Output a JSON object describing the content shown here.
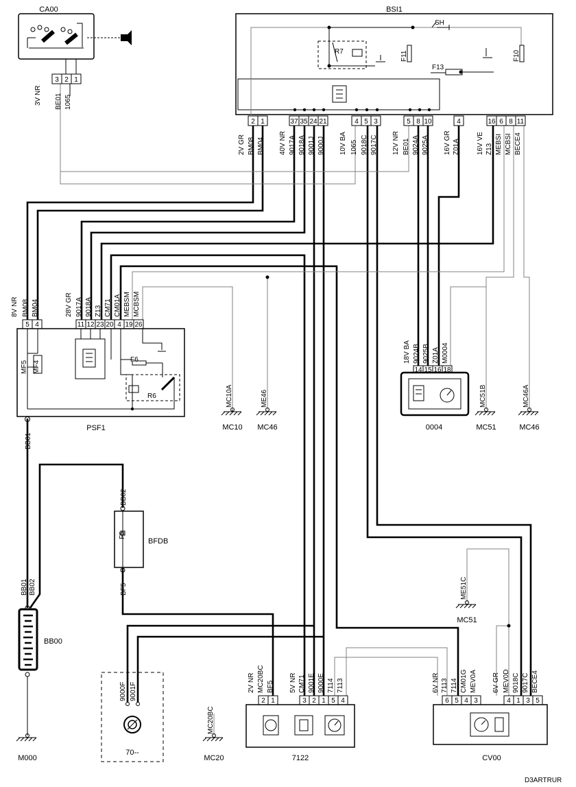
{
  "components": {
    "ca00": "CA00",
    "bsi1": "BSI1",
    "psf1": "PSF1",
    "bfdb": "BFDB",
    "bb00": "BB00",
    "m000": "M000",
    "c70": "70--",
    "c7122": "7122",
    "cv00": "CV00",
    "c0004": "0004",
    "mc10": "MC10",
    "mc46a": "MC46",
    "mc51a": "MC51",
    "mc46b": "MC46",
    "mc51b": "MC51",
    "mc20": "MC20"
  },
  "fuses": {
    "sh": "SH",
    "f11": "F11",
    "f13": "F13",
    "f10": "F10",
    "r7": "R7",
    "f6": "F6",
    "r6": "R6",
    "f5": "F5"
  },
  "connectors": {
    "ca00": {
      "spec": "3V NR",
      "pins": [
        "3",
        "2",
        "1"
      ],
      "wires": [
        "BE01",
        "1065"
      ]
    },
    "bsi1_a": {
      "spec": "2V GR",
      "pins": [
        "2",
        "1"
      ],
      "wires": [
        "BM08",
        "BM04"
      ]
    },
    "bsi1_b": {
      "spec": "40V NR",
      "pins": [
        "37",
        "35",
        "24",
        "21"
      ],
      "wires": [
        "9017A",
        "9018A",
        "9001J",
        "9000J"
      ]
    },
    "bsi1_c": {
      "spec": "10V BA",
      "pins": [
        "4",
        "5",
        "3"
      ],
      "wires": [
        "1065",
        "9018C",
        "9017C"
      ]
    },
    "bsi1_d": {
      "spec": "12V NR",
      "pins": [
        "5",
        "8",
        "10"
      ],
      "wires": [
        "BE01",
        "9024A",
        "9025A"
      ]
    },
    "bsi1_e": {
      "spec": "16V GR",
      "pins": [
        "4"
      ],
      "wires": [
        "Z01A"
      ]
    },
    "bsi1_f": {
      "spec": "16V VE",
      "pins": [
        "16",
        "6",
        "8",
        "11"
      ],
      "wires": [
        "Z13",
        "MEBSI",
        "MCBSI",
        "BECE4"
      ]
    },
    "psf1_a": {
      "spec": "8V NR",
      "pins": [
        "5",
        "4"
      ],
      "wires": [
        "BM08",
        "BM04"
      ]
    },
    "psf1_b": {
      "spec": "28V GR",
      "pins": [
        "11",
        "12",
        "23",
        "20",
        "4",
        "19",
        "26"
      ],
      "wires": [
        "9017A",
        "9018A",
        "Z13",
        "CM71",
        "CM01A",
        "MEBSM",
        "MCBSM"
      ]
    },
    "psf1_side": {
      "wires": [
        "MF5",
        "MF4"
      ]
    },
    "c0004": {
      "spec": "18V BA",
      "pins": [
        "14",
        "15",
        "16",
        "18"
      ],
      "wires": [
        "9024B",
        "9025B",
        "Z01A",
        "M0004"
      ]
    },
    "c7122_a": {
      "spec": "2V NR",
      "pins": [
        "2",
        "1"
      ],
      "wires": [
        "MC20BC",
        "BF5"
      ]
    },
    "c7122_b": {
      "spec": "5V NR",
      "pins": [
        "3",
        "2",
        "1",
        "5",
        "4"
      ],
      "wires": [
        "CM71",
        "9001E",
        "9000E",
        "7114",
        "7113"
      ]
    },
    "cv00_a": {
      "spec": "6V NR",
      "pins": [
        "6",
        "5",
        "4",
        "3"
      ],
      "wires": [
        "7113",
        "7114",
        "CM01G",
        "MEV0A"
      ]
    },
    "cv00_b": {
      "spec": "6V GR",
      "pins": [
        "4",
        "1",
        "3",
        "5"
      ],
      "wires": [
        "MEV0D",
        "9018C",
        "9017C",
        "BECE4"
      ]
    },
    "c70_wires": [
      "9000F",
      "9001F"
    ],
    "bfdb_wires": [
      "BB02",
      "BF5"
    ],
    "bb00_wires": [
      "BB01",
      "BB02"
    ],
    "psf1_out": "BB01"
  },
  "ground_labels": {
    "mc10a": "MC10A",
    "me46": "ME46",
    "mc51b": "MC51B",
    "mc46a": "MC46A",
    "me51c": "ME51C",
    "mc20bc": "MC20BC"
  },
  "reference": "D3ARTRUR"
}
